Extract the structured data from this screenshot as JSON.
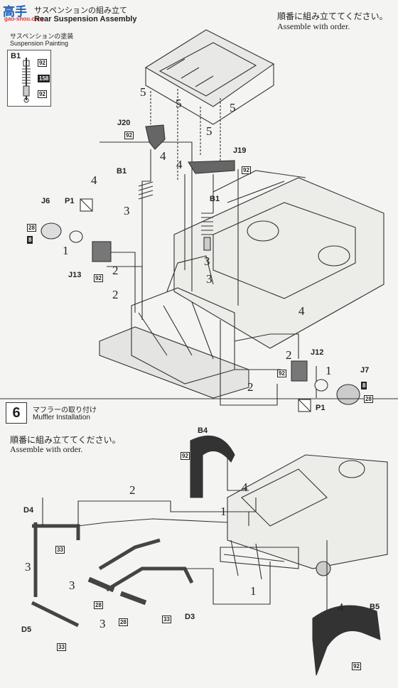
{
  "header": {
    "logo_text": "高手",
    "title_jp": "サスペンションの組み立て",
    "title_en": "Rear Suspension Assembly",
    "order_jp": "順番に組み立ててください。",
    "order_en": "Assemble with order."
  },
  "paint": {
    "title_jp": "サスペンションの塗装",
    "title_en": "Suspension Painting",
    "part": "B1",
    "codes": [
      "92",
      "158",
      "92"
    ]
  },
  "rear": {
    "parts": [
      "J20",
      "J19",
      "B1",
      "B1",
      "J6",
      "P1",
      "J13",
      "J12",
      "J7",
      "P1"
    ],
    "codes": [
      "92",
      "92",
      "28",
      "8",
      "92",
      "92",
      "8",
      "28"
    ],
    "steps": [
      "5",
      "5",
      "5",
      "5",
      "4",
      "4",
      "4",
      "3",
      "3",
      "1",
      "2",
      "2",
      "3",
      "4",
      "2",
      "1",
      "2"
    ]
  },
  "muffler": {
    "step_number": "6",
    "title_jp": "マフラーの取り付け",
    "title_en": "Muffler Installation",
    "order_jp": "順番に組み立ててください。",
    "order_en": "Assemble with order.",
    "parts": [
      "B4",
      "D4",
      "D5",
      "D3",
      "B5"
    ],
    "codes": [
      "92",
      "33",
      "33",
      "28",
      "28",
      "33",
      "92"
    ],
    "steps": [
      "2",
      "4",
      "1",
      "3",
      "3",
      "3",
      "1",
      "4"
    ]
  },
  "watermark": "gao-shou.com"
}
